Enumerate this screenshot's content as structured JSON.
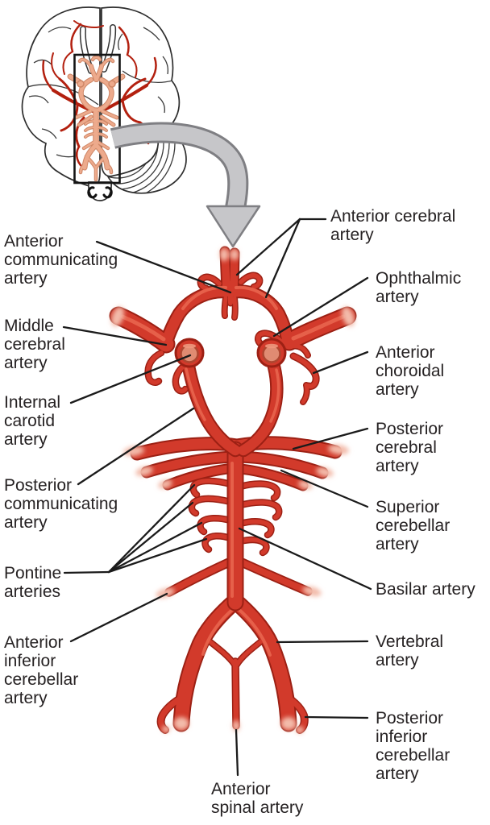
{
  "figure": {
    "kind": "anatomical-diagram",
    "labels": [
      {
        "id": "anterior-communicating-artery",
        "side": "left",
        "text": "Anterior\ncommunicating\nartery"
      },
      {
        "id": "middle-cerebral-artery",
        "side": "left",
        "text": "Middle\ncerebral\nartery"
      },
      {
        "id": "internal-carotid-artery",
        "side": "left",
        "text": "Internal\ncarotid\nartery"
      },
      {
        "id": "posterior-communicating-artery",
        "side": "left",
        "text": "Posterior\ncommunicating\nartery"
      },
      {
        "id": "pontine-arteries",
        "side": "left",
        "text": "Pontine\narteries"
      },
      {
        "id": "anterior-inferior-cerebellar-artery",
        "side": "left",
        "text": "Anterior\ninferior\ncerebellar\nartery"
      },
      {
        "id": "anterior-cerebral-artery",
        "side": "right",
        "text": "Anterior cerebral\nartery"
      },
      {
        "id": "ophthalmic-artery",
        "side": "right",
        "text": "Ophthalmic\nartery"
      },
      {
        "id": "anterior-choroidal-artery",
        "side": "right",
        "text": "Anterior\nchoroidal\nartery"
      },
      {
        "id": "posterior-cerebral-artery",
        "side": "right",
        "text": "Posterior\ncerebral\nartery"
      },
      {
        "id": "superior-cerebellar-artery",
        "side": "right",
        "text": "Superior\ncerebellar\nartery"
      },
      {
        "id": "basilar-artery",
        "side": "right",
        "text": "Basilar artery"
      },
      {
        "id": "vertebral-artery",
        "side": "right",
        "text": "Vertebral\nartery"
      },
      {
        "id": "posterior-inferior-cerebellar-artery",
        "side": "right",
        "text": "Posterior\ninferior\ncerebellar\nartery"
      },
      {
        "id": "anterior-spinal-artery",
        "side": "bottom",
        "text": "Anterior\nspinal artery"
      }
    ],
    "colors": {
      "vessel_red": "#D23A2B",
      "vessel_dark_edge": "#9C2014",
      "vessel_highlight": "#EE7158",
      "vessel_cut_pale": "#F3BCAB",
      "ring_inner": "#E08B72",
      "label_text": "#262223",
      "leader_line": "#1B1B1B",
      "arrow_gray": "#C6C6C9",
      "arrow_gray_edge": "#7F7F83",
      "inset_column_salmon": "#EDAA8C",
      "inset_artery_red": "#B3200F",
      "background": "#FFFFFF"
    }
  }
}
